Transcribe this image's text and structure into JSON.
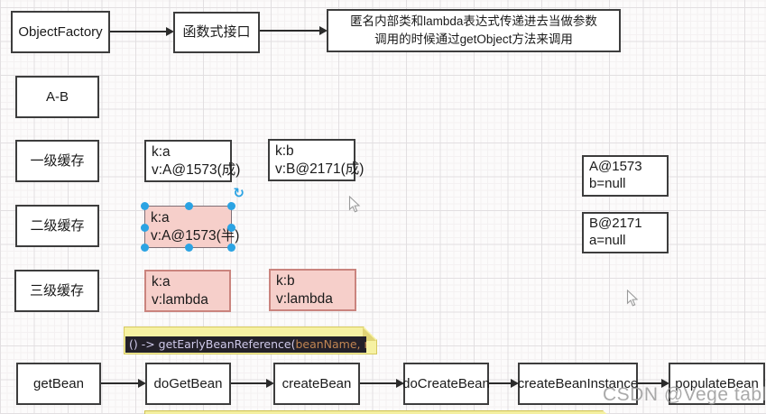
{
  "colors": {
    "selection_accent": "#2ba3e3",
    "pink_fill": "#f6cfca",
    "pink_border": "#ca847e",
    "note_fill": "#f6f1a2",
    "code_bar_bg": "#232029",
    "code_args_orange": "#c08552",
    "grid_major": "#e2dfe1"
  },
  "top_flow": {
    "node1": "ObjectFactory",
    "node2": "函数式接口",
    "note_box": {
      "line1": "匿名内部类和lambda表达式传递进去当做参数",
      "line2": "调用的时候通过getObject方法来调用"
    }
  },
  "legend_box": "A-B",
  "cache_rows": {
    "level1": {
      "label": "一级缓存",
      "entries": [
        {
          "k": "k:a",
          "v": "v:A@1573(成)"
        },
        {
          "k": "k:b",
          "v": "v:B@2171(成)"
        }
      ]
    },
    "level2": {
      "label": "二级缓存",
      "selected_entry": {
        "k": "k:a",
        "v": "v:A@1573(半)"
      }
    },
    "level3": {
      "label": "三级缓存",
      "entries": [
        {
          "k": "k:a",
          "v": "v:lambda"
        },
        {
          "k": "k:b",
          "v": "v:lambda"
        }
      ]
    }
  },
  "bean_states": [
    {
      "line1": "A@1573",
      "line2": "b=null"
    },
    {
      "line1": "B@2171",
      "line2": "a=null"
    }
  ],
  "code_note": {
    "part1": "() -> getEarlyBeanReference(",
    "part2": "beanName, mbd, bean",
    "part3": ")"
  },
  "bottom_flow": [
    "getBean",
    "doGetBean",
    "createBean",
    "doCreateBean",
    "createBeanInstance",
    "populateBean"
  ],
  "watermark": "CSDN @Vege table",
  "icons": {
    "rotate": "↻"
  }
}
